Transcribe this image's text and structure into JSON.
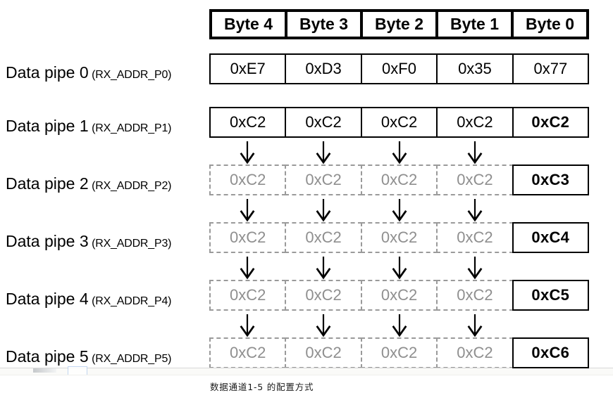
{
  "figure": {
    "caption": "数据通道1-5 的配置方式",
    "colors": {
      "solid_border": "#000000",
      "dashed_border": "#9a9a9a",
      "dashed_text": "#8f8f8f",
      "text": "#000000",
      "background": "#ffffff"
    }
  },
  "header": {
    "bytes": [
      {
        "label": "Byte 4"
      },
      {
        "label": "Byte 3"
      },
      {
        "label": "Byte 2"
      },
      {
        "label": "Byte 1"
      },
      {
        "label": "Byte 0"
      }
    ]
  },
  "rows": [
    {
      "name": "Data pipe 0",
      "register": "(RX_ADDR_P0)",
      "style": "solid",
      "has_arrows_above": false,
      "cells": [
        {
          "value": "0xE7",
          "style": "solid",
          "bold": false
        },
        {
          "value": "0xD3",
          "style": "solid",
          "bold": false
        },
        {
          "value": "0xF0",
          "style": "solid",
          "bold": false
        },
        {
          "value": "0x35",
          "style": "solid",
          "bold": false
        },
        {
          "value": "0x77",
          "style": "solid",
          "bold": false
        }
      ]
    },
    {
      "name": "Data pipe 1",
      "register": "(RX_ADDR_P1)",
      "style": "solid",
      "has_arrows_above": false,
      "cells": [
        {
          "value": "0xC2",
          "style": "solid",
          "bold": false
        },
        {
          "value": "0xC2",
          "style": "solid",
          "bold": false
        },
        {
          "value": "0xC2",
          "style": "solid",
          "bold": false
        },
        {
          "value": "0xC2",
          "style": "solid",
          "bold": false
        },
        {
          "value": "0xC2",
          "style": "solid",
          "bold": true
        }
      ]
    },
    {
      "name": "Data pipe 2",
      "register": "(RX_ADDR_P2)",
      "style": "inherited",
      "has_arrows_above": true,
      "cells": [
        {
          "value": "0xC2",
          "style": "dashed",
          "bold": false
        },
        {
          "value": "0xC2",
          "style": "dashed",
          "bold": false
        },
        {
          "value": "0xC2",
          "style": "dashed",
          "bold": false
        },
        {
          "value": "0xC2",
          "style": "dashed",
          "bold": false
        },
        {
          "value": "0xC3",
          "style": "endsolid",
          "bold": true
        }
      ]
    },
    {
      "name": "Data pipe 3",
      "register": "(RX_ADDR_P3)",
      "style": "inherited",
      "has_arrows_above": true,
      "cells": [
        {
          "value": "0xC2",
          "style": "dashed",
          "bold": false
        },
        {
          "value": "0xC2",
          "style": "dashed",
          "bold": false
        },
        {
          "value": "0xC2",
          "style": "dashed",
          "bold": false
        },
        {
          "value": "0xC2",
          "style": "dashed",
          "bold": false
        },
        {
          "value": "0xC4",
          "style": "endsolid",
          "bold": true
        }
      ]
    },
    {
      "name": "Data pipe 4",
      "register": "(RX_ADDR_P4)",
      "style": "inherited",
      "has_arrows_above": true,
      "cells": [
        {
          "value": "0xC2",
          "style": "dashed",
          "bold": false
        },
        {
          "value": "0xC2",
          "style": "dashed",
          "bold": false
        },
        {
          "value": "0xC2",
          "style": "dashed",
          "bold": false
        },
        {
          "value": "0xC2",
          "style": "dashed",
          "bold": false
        },
        {
          "value": "0xC5",
          "style": "endsolid",
          "bold": true
        }
      ]
    },
    {
      "name": "Data pipe 5",
      "register": "(RX_ADDR_P5)",
      "style": "inherited",
      "has_arrows_above": true,
      "cells": [
        {
          "value": "0xC2",
          "style": "dashed",
          "bold": false
        },
        {
          "value": "0xC2",
          "style": "dashed",
          "bold": false
        },
        {
          "value": "0xC2",
          "style": "dashed",
          "bold": false
        },
        {
          "value": "0xC2",
          "style": "dashed",
          "bold": false
        },
        {
          "value": "0xC6",
          "style": "endsolid",
          "bold": true
        }
      ]
    }
  ],
  "arrow_icon": "down-arrow-icon",
  "arrow_columns": 4
}
